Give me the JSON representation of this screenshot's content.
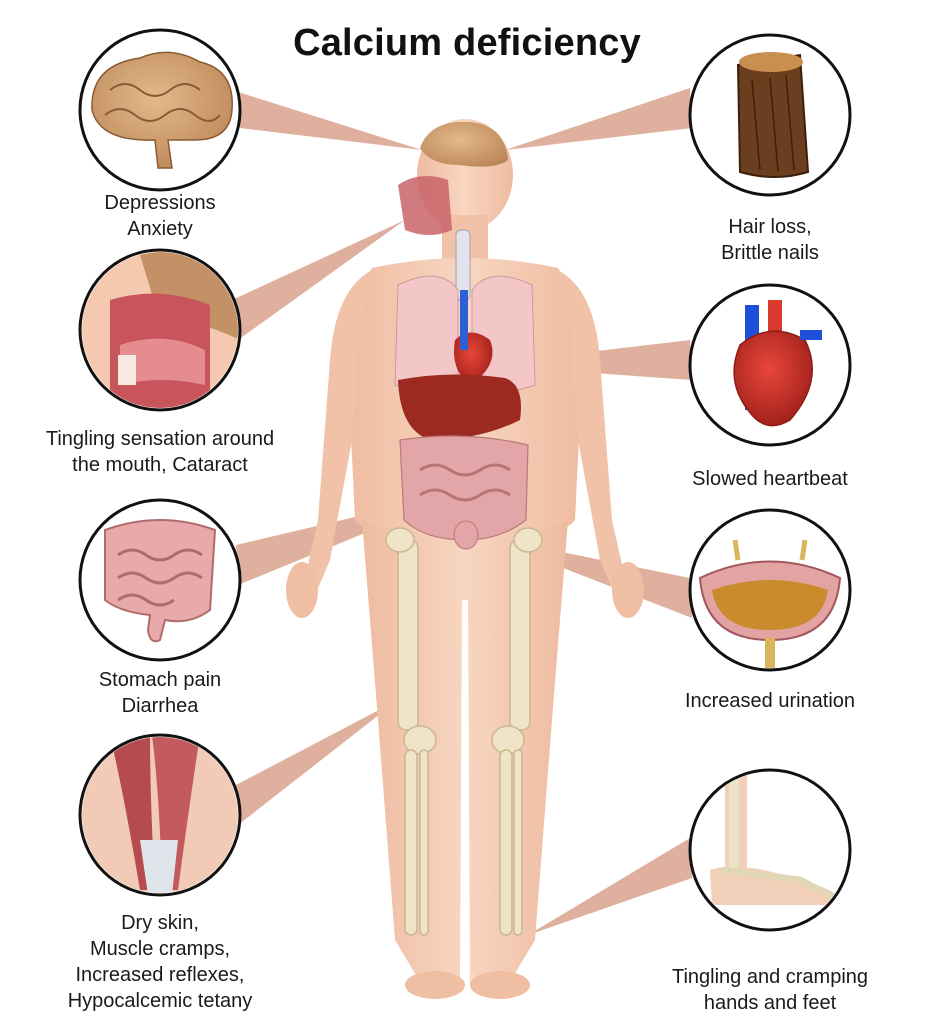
{
  "title": "Calcium deficiency",
  "colors": {
    "skin": "#f6cdb4",
    "skin_shadow": "#e9b195",
    "pointer": "#d59a83",
    "circle_border": "#111111",
    "bone": "#efe3c8",
    "organ_red": "#b8322b",
    "lung_pink": "#f3c6c8",
    "intestine": "#e5a7a7"
  },
  "symptoms": {
    "left": [
      {
        "label": "Depressions\nAnxiety",
        "icon": "brain-icon"
      },
      {
        "label": "Tingling sensation around\nthe mouth, Cataract",
        "icon": "head-cross-section-icon"
      },
      {
        "label": "Stomach pain\nDiarrhea",
        "icon": "intestines-icon"
      },
      {
        "label": "Dry skin,\nMuscle cramps,\nIncreased reflexes,\nHypocalcemic tetany",
        "icon": "muscle-icon"
      }
    ],
    "right": [
      {
        "label": "Hair loss,\nBrittle nails",
        "icon": "hair-strand-icon"
      },
      {
        "label": "Slowed heartbeat",
        "icon": "heart-icon"
      },
      {
        "label": "Increased urination",
        "icon": "bladder-icon"
      },
      {
        "label": "Tingling and cramping\nhands and feet",
        "icon": "foot-bones-icon"
      }
    ]
  }
}
